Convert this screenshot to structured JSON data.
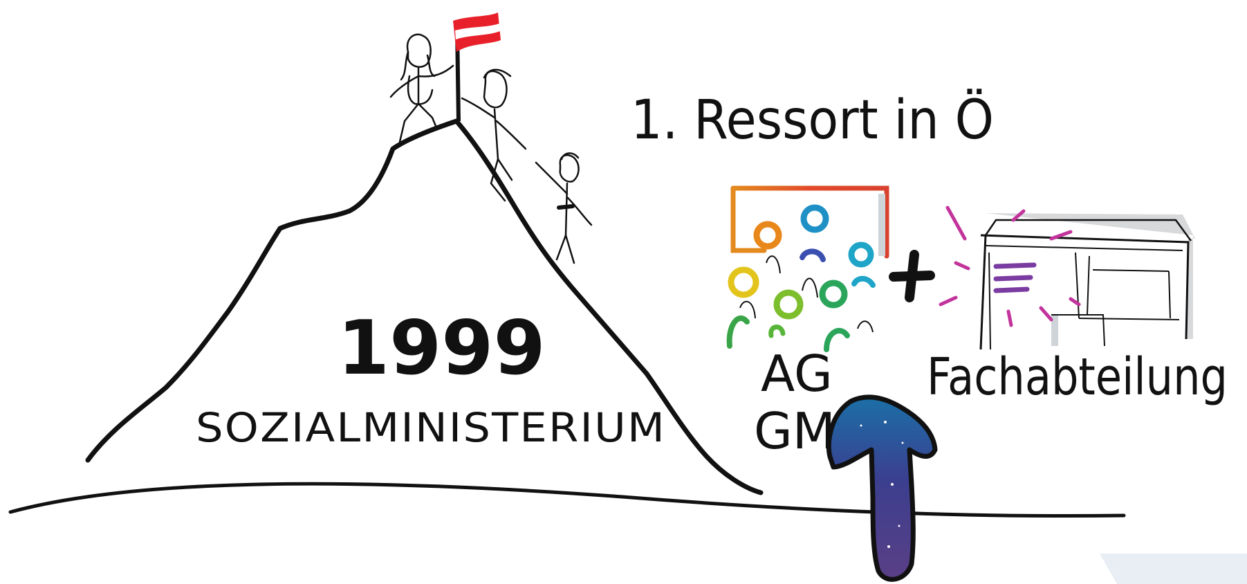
{
  "year": "1999",
  "ministry": "SOZIALMINISTERIUM",
  "title": "1. Ressort in Ö",
  "group_label_line1": "AG",
  "group_label_line2": "GM",
  "department_label": "Fachabteilung",
  "plus_sign": "+",
  "colors": {
    "ink": "#111111",
    "flag_red": "#e8202a",
    "flag_white": "#ffffff",
    "arrow_top": "#1b6fa8",
    "arrow_mid": "#3b3f8f",
    "arrow_bottom": "#5a3f86",
    "sparkle_magenta": "#c2339b",
    "sparkle_purple": "#7a3ca0",
    "corner_shape": "#e8eef3"
  },
  "icons": {
    "flag": "austria-flag-icon",
    "arrow": "upward-arrow-icon",
    "group": "people-group-icon",
    "office": "office-desk-icon"
  }
}
